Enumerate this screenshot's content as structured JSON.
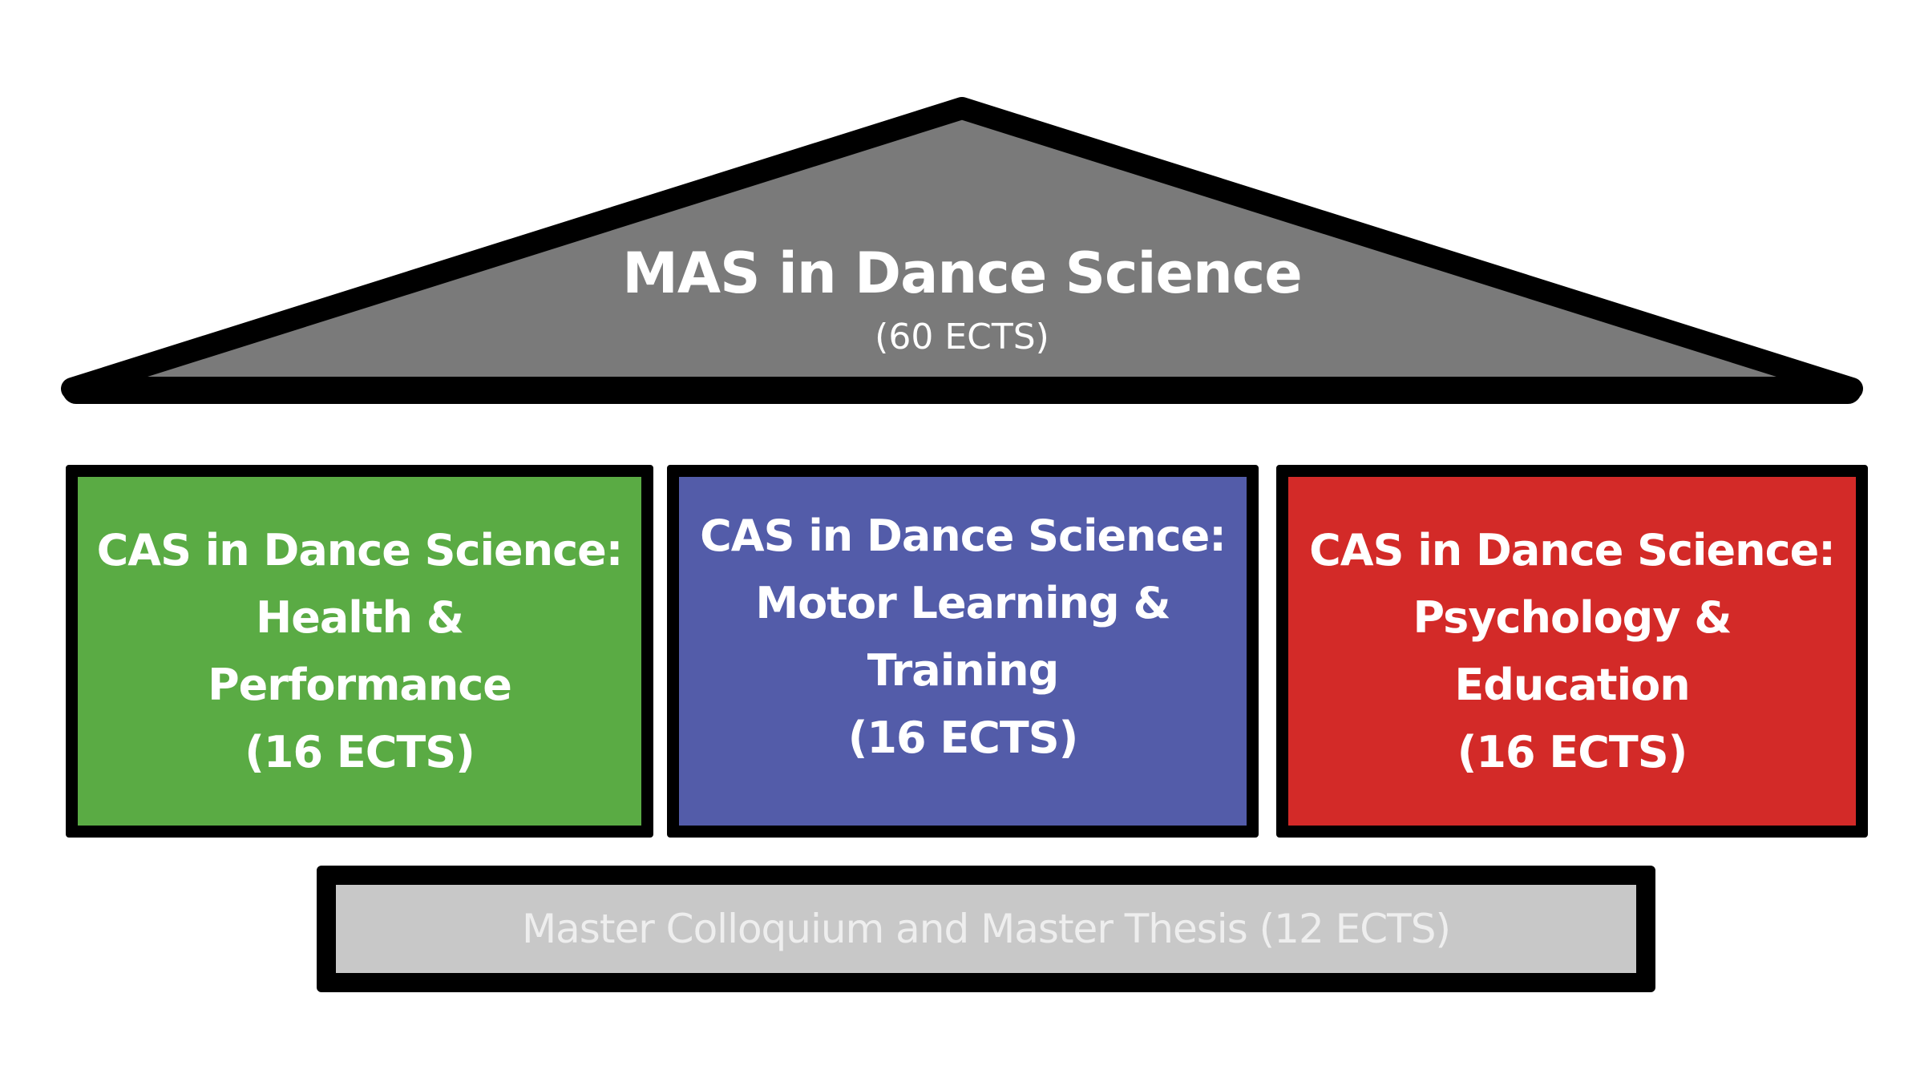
{
  "title": "MAS in Dance Science",
  "title_credits": "(60 ECTS)",
  "modules": [
    {
      "lines": [
        "CAS in Dance Science:",
        "Health &",
        "Performance",
        "(16 ECTS)"
      ],
      "color": "#5aab44"
    },
    {
      "lines": [
        "CAS in Dance Science:",
        "Motor Learning &",
        "Training",
        "(16 ECTS)"
      ],
      "color": "#535ca9"
    },
    {
      "lines": [
        "CAS in Dance Science:",
        "Psychology &",
        "Education",
        "(16 ECTS)"
      ],
      "color": "#d32a28"
    }
  ],
  "foundation": "Master Colloquium and Master Thesis (12 ECTS)",
  "colors": {
    "roof": "#7a7a7a",
    "foundation": "#c8c8c8",
    "outline": "#000000"
  }
}
